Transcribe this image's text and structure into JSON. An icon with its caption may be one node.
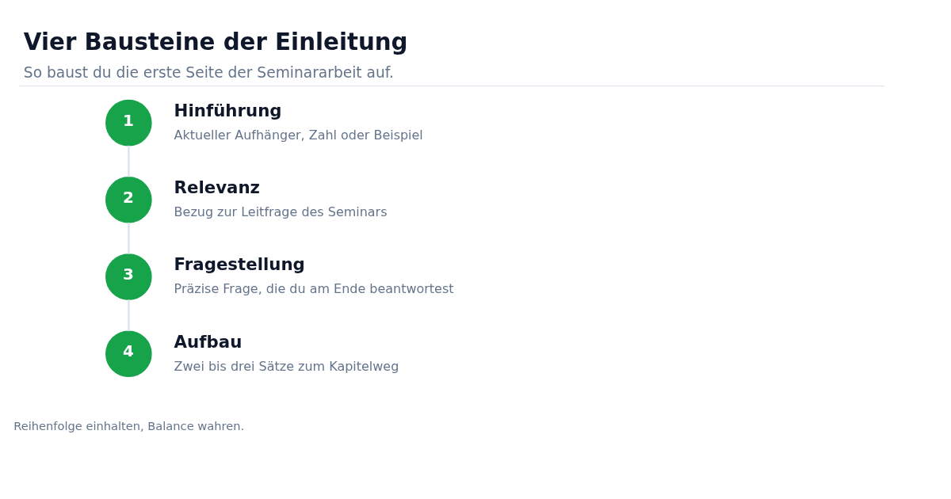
{
  "diagram": {
    "title": "Vier Bausteine der Einleitung",
    "caption": "So baust du die erste Seite der Seminararbeit auf.",
    "nodes": [
      {
        "text": [
          "1"
        ],
        "beside": [
          "Hinführung",
          "Aktueller Aufhänger, Zahl oder Beispiel"
        ]
      },
      {
        "text": [
          "2"
        ],
        "beside": [
          "Relevanz",
          "Bezug zur Leitfrage des Seminars"
        ]
      },
      {
        "text": [
          "3"
        ],
        "beside": [
          "Fragestellung",
          "Präzise Frage, die du am Ende beantwortest"
        ]
      },
      {
        "text": [
          "4"
        ],
        "beside": [
          "Aufbau",
          "Zwei bis drei Sätze zum Kapitelweg"
        ]
      }
    ],
    "edges": [
      {
        "from": 0,
        "to": 1,
        "arrow": "none"
      },
      {
        "from": 1,
        "to": 2,
        "arrow": "none"
      },
      {
        "from": 2,
        "to": 3,
        "arrow": "none"
      }
    ],
    "labels": [
      "Reihenfolge einhalten, Balance wahren."
    ]
  }
}
